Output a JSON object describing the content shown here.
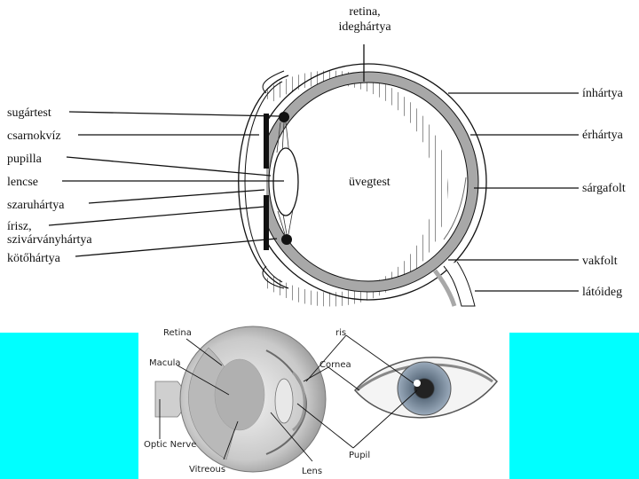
{
  "colors": {
    "side_panel": "#00ffff",
    "wall_gray": "#a8a8a8",
    "line": "#111111",
    "iris_blue": "#7c93a8"
  },
  "top_diagram": {
    "label_top": [
      "retina,",
      "ideghártya"
    ],
    "labels_left": [
      {
        "id": "sugartest",
        "lines": [
          "sugártest"
        ]
      },
      {
        "id": "csarnokviz",
        "lines": [
          "csarnokvíz"
        ]
      },
      {
        "id": "pupilla",
        "lines": [
          "pupilla"
        ]
      },
      {
        "id": "lencse",
        "lines": [
          "lencse"
        ]
      },
      {
        "id": "szaruhartya",
        "lines": [
          "szaruhártya"
        ]
      },
      {
        "id": "irisz",
        "lines": [
          "írisz,",
          "szivárványhártya"
        ]
      },
      {
        "id": "kotohartya",
        "lines": [
          "kötőhártya"
        ]
      }
    ],
    "labels_right": [
      {
        "id": "inhartya",
        "lines": [
          "ínhártya"
        ]
      },
      {
        "id": "erhartya",
        "lines": [
          "érhártya"
        ]
      },
      {
        "id": "sargafolt",
        "lines": [
          "sárgafolt"
        ]
      },
      {
        "id": "vakfolt",
        "lines": [
          "vakfolt"
        ]
      },
      {
        "id": "latoideg",
        "lines": [
          "látóideg"
        ]
      }
    ],
    "label_center": "üvegtest"
  },
  "bottom_diagram": {
    "labels": [
      {
        "id": "retina",
        "text": "Retina"
      },
      {
        "id": "macula",
        "text": "Macula"
      },
      {
        "id": "optic-nerve",
        "text": "Optic Nerve"
      },
      {
        "id": "vitreous",
        "text": "Vitreous"
      },
      {
        "id": "lens",
        "text": "Lens"
      },
      {
        "id": "iris",
        "text": "ris"
      },
      {
        "id": "cornea",
        "text": "Cornea"
      },
      {
        "id": "pupil",
        "text": "Pupil"
      }
    ]
  }
}
